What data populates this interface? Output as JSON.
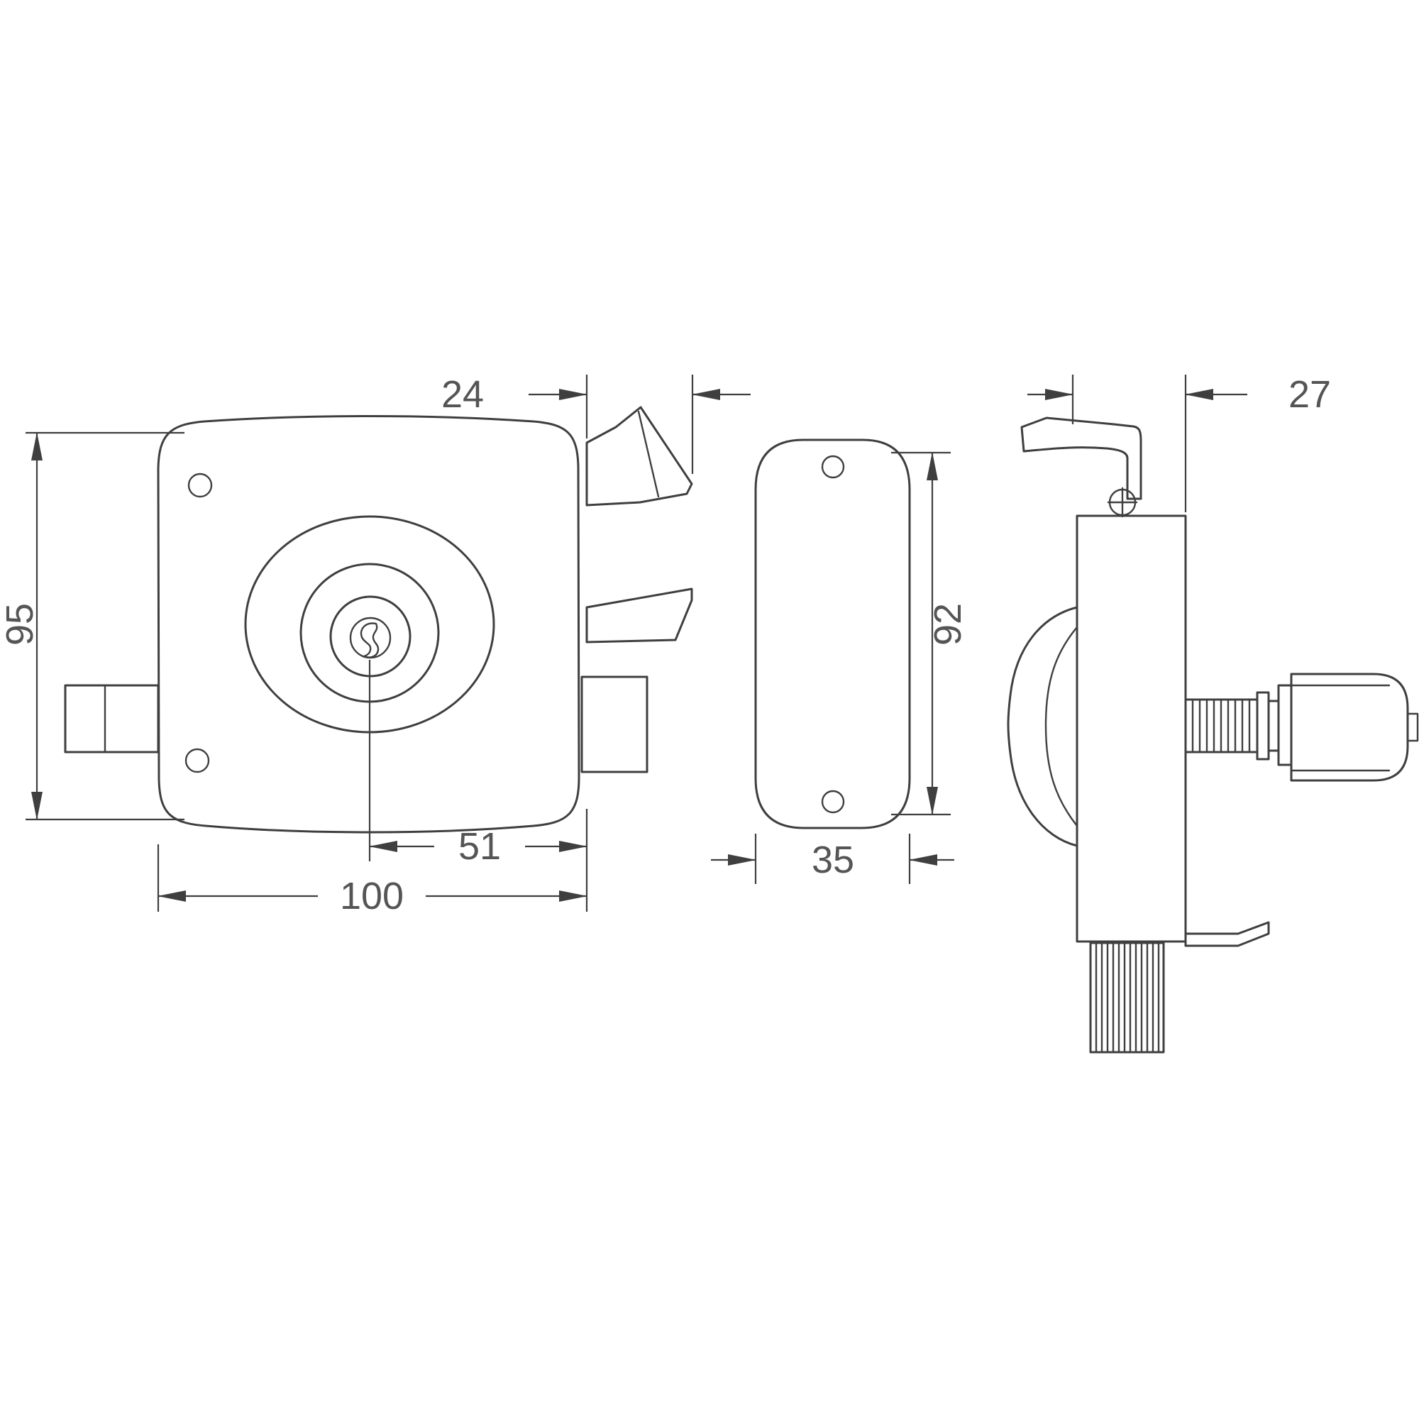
{
  "drawing": {
    "dimensions": {
      "front_latch_depth": "24",
      "side_depth": "27",
      "front_body_height": "95",
      "plate_height": "92",
      "front_center_to_edge": "51",
      "front_body_width": "100",
      "plate_width": "35"
    },
    "colors": {
      "line": "#3f3f3f",
      "dim_text": "#555555",
      "background": "#ffffff"
    }
  }
}
